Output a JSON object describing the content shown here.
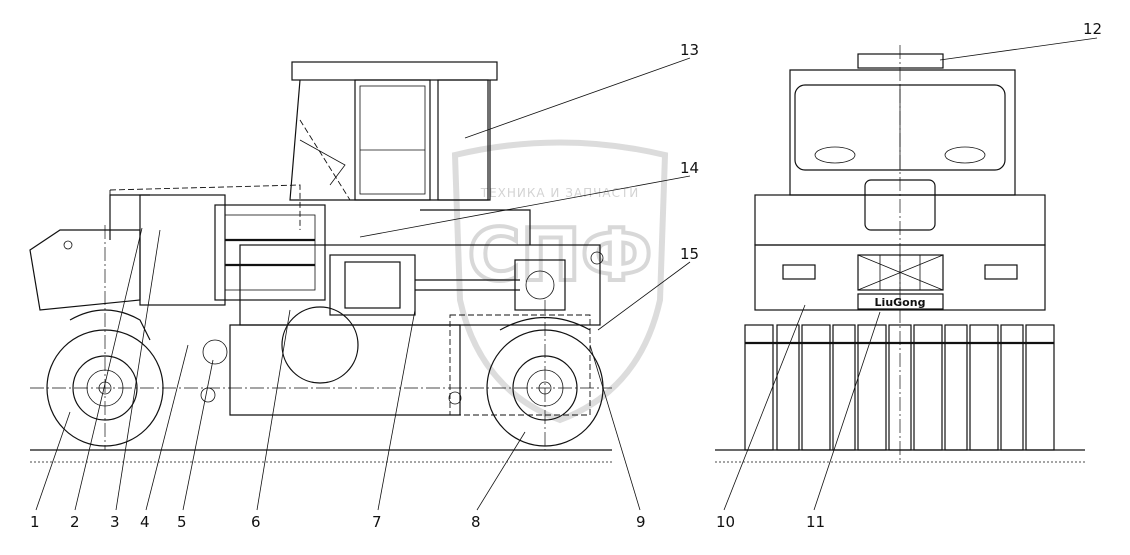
{
  "callouts": [
    "1",
    "2",
    "3",
    "4",
    "5",
    "6",
    "7",
    "8",
    "9",
    "10",
    "11",
    "12",
    "13",
    "14",
    "15"
  ],
  "brand_plate": "LiuGong",
  "watermark_text": "ТЕХНИКА И ЗАПЧАСТИ",
  "watermark_logo": "СПФ",
  "colors": {
    "line": "#111111",
    "watermark": "#d9d9d9",
    "background": "#ffffff"
  }
}
